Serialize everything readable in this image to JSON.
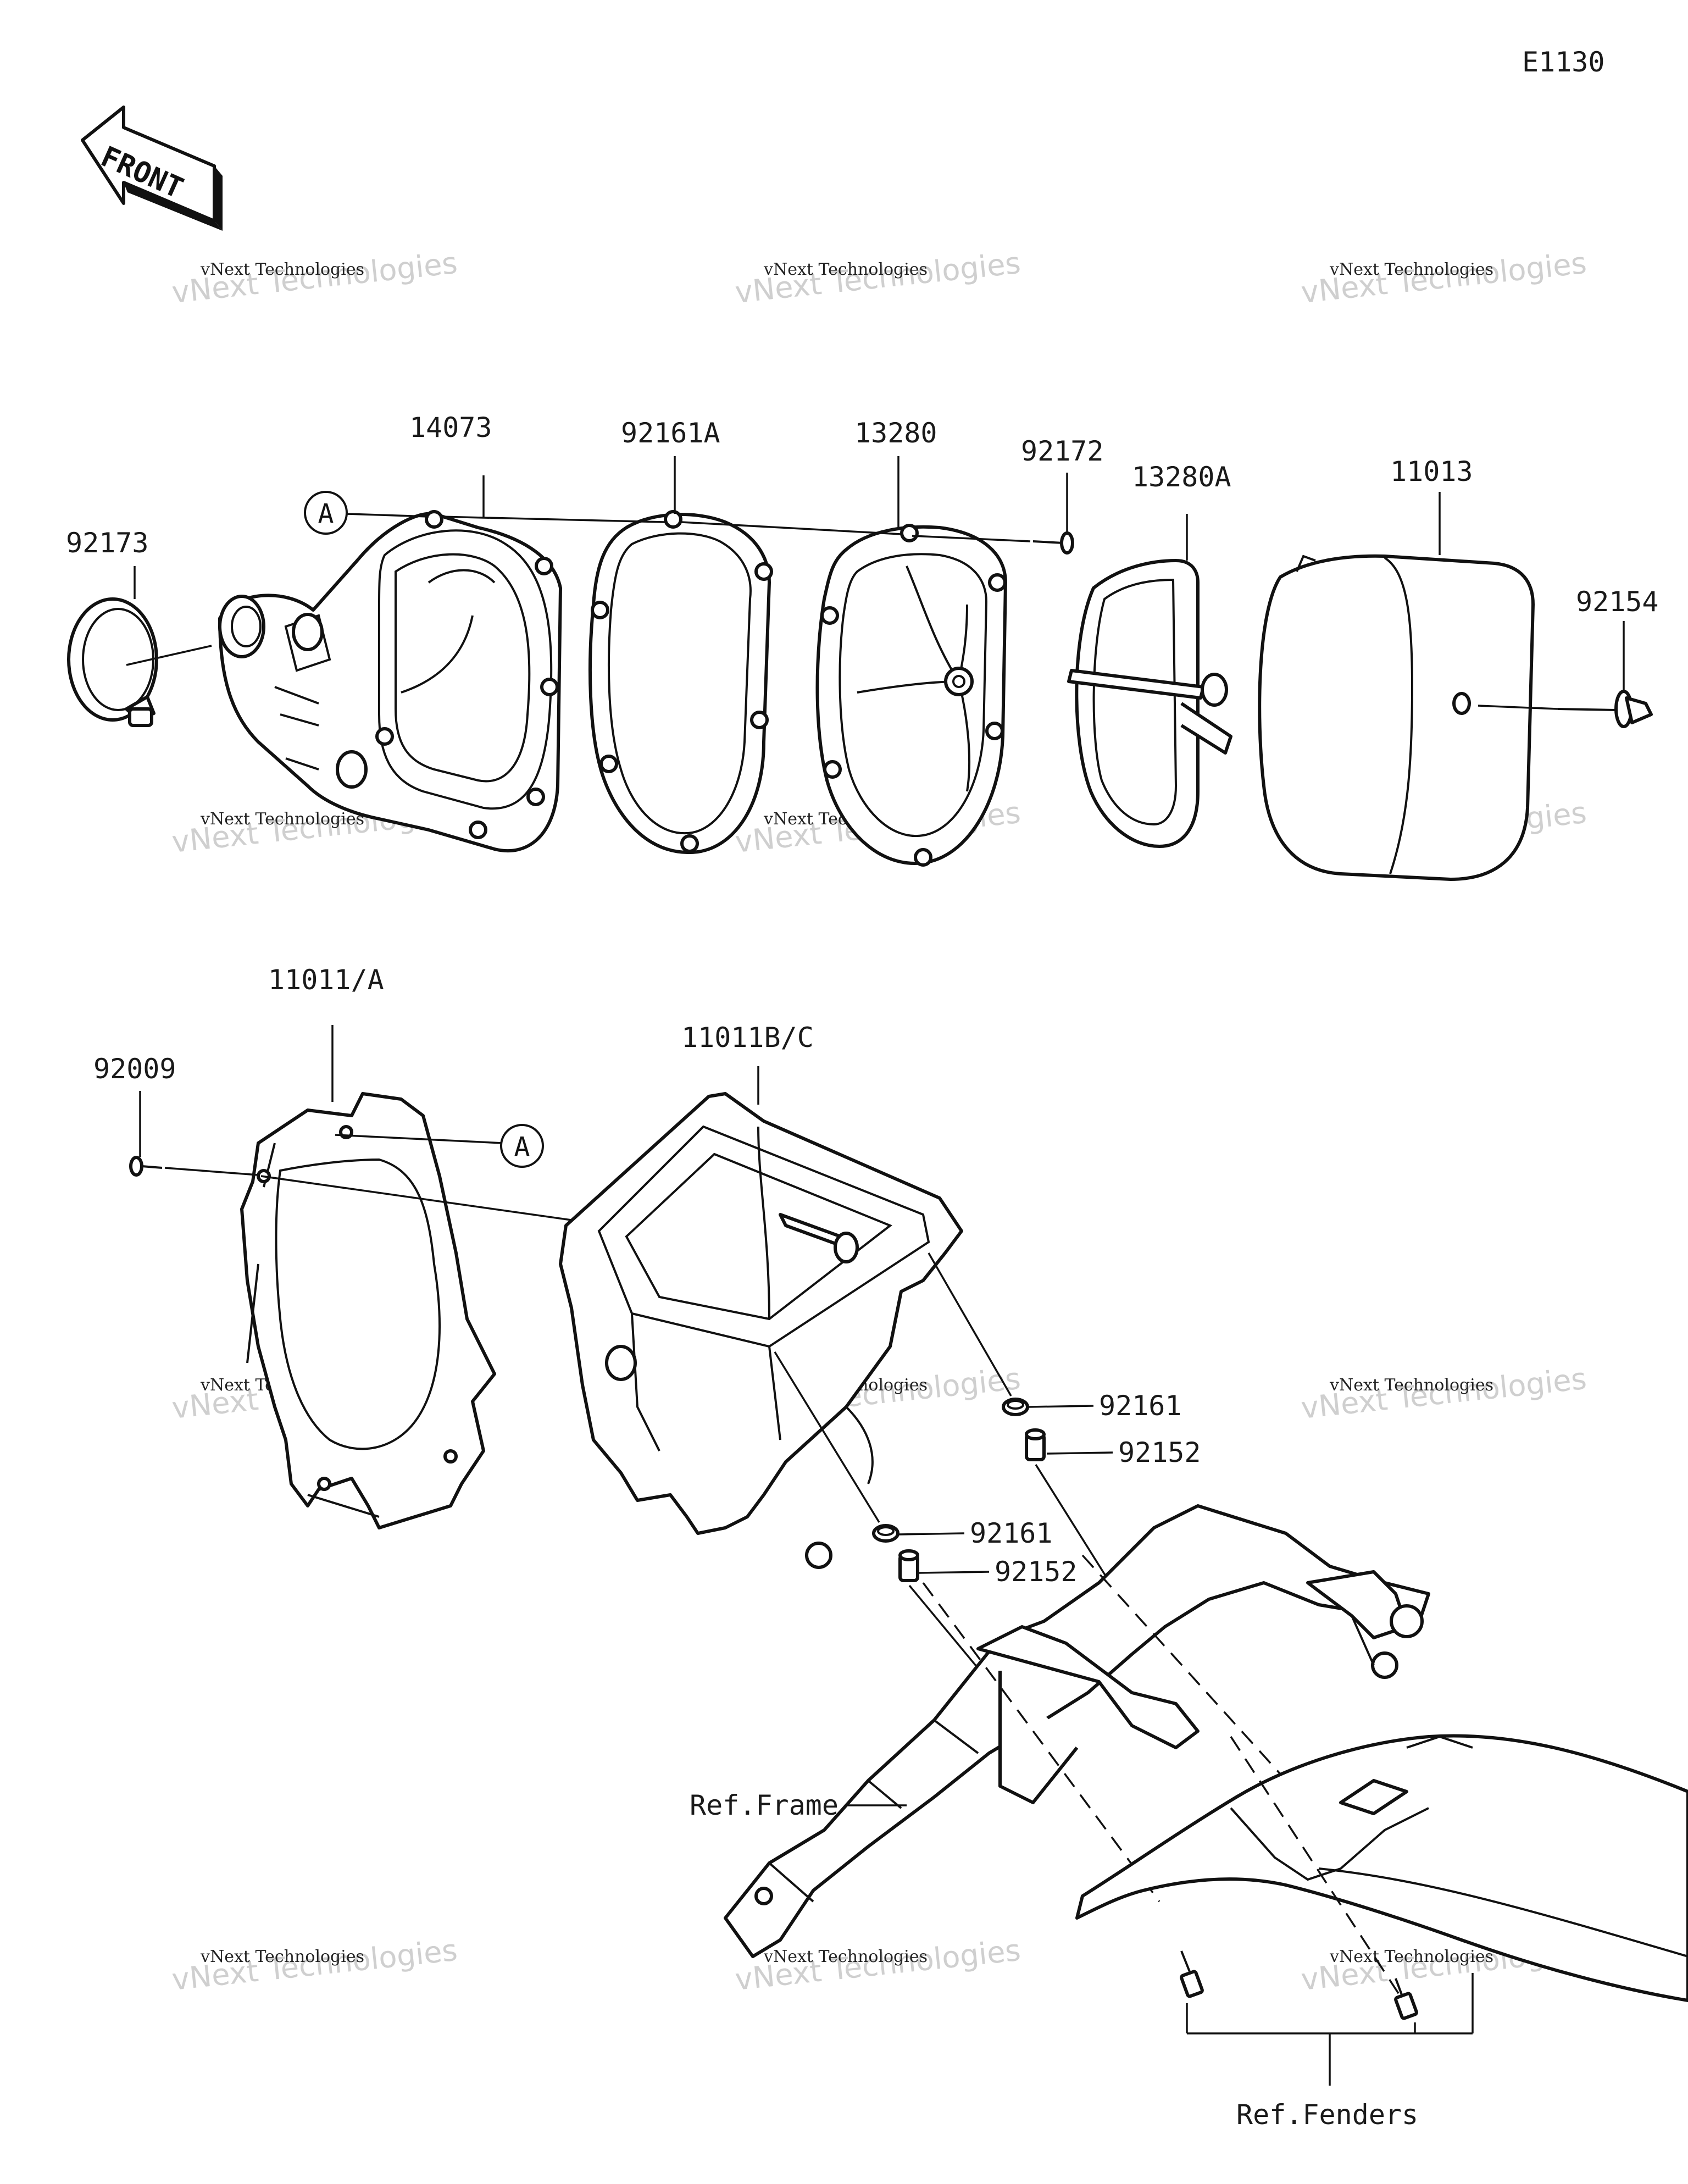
{
  "diagram_code": "E1130",
  "front_label": "FRONT",
  "callout_letter": "A",
  "watermark": {
    "line1": "vNext Technologies",
    "line2": "vNext Technologies"
  },
  "parts": {
    "p14073": "14073",
    "p92161A": "92161A",
    "p13280": "13280",
    "p92172": "92172",
    "p13280A": "13280A",
    "p11013": "11013",
    "p92173": "92173",
    "p92154": "92154",
    "p11011A": "11011/A",
    "p11011BC": "11011B/C",
    "p92009": "92009",
    "p92161_upper": "92161",
    "p92152_upper": "92152",
    "p92161_lower": "92161",
    "p92152_lower": "92152"
  },
  "refs": {
    "frame": "Ref.Frame",
    "fenders": "Ref.Fenders"
  }
}
